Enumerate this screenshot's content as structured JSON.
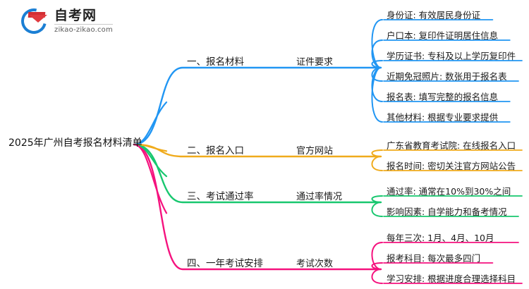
{
  "watermark": {
    "name_cn": "自考网",
    "name_en": "zikao-zikao.com",
    "logo_icon": "graduation-cap-icon"
  },
  "mindmap": {
    "root": {
      "label": "2025年广州自考报名材料清单"
    },
    "branches": [
      {
        "label": "一、报名材料",
        "color": "#2196f3",
        "sub": {
          "label": "证件要求",
          "leaves": [
            "身份证: 有效居民身份证",
            "户口本: 复印件证明居住信息",
            "学历证书: 专科及以上学历复印件",
            "近期免冠照片: 数张用于报名表",
            "报名表: 填写完整的报名信息",
            "其他材料: 根据专业要求提供"
          ]
        }
      },
      {
        "label": "二、报名入口",
        "color": "#f0ab1c",
        "sub": {
          "label": "官方网站",
          "leaves": [
            "广东省教育考试院: 在线报名入口",
            "报名时间: 密切关注官方网站公告"
          ]
        }
      },
      {
        "label": "三、考试通过率",
        "color": "#18c76f",
        "sub": {
          "label": "通过率情况",
          "leaves": [
            "通过率: 通常在10%到30%之间",
            "影响因素: 自学能力和备考情况"
          ]
        }
      },
      {
        "label": "四、一年考试安排",
        "color": "#f5127e",
        "sub": {
          "label": "考试次数",
          "leaves": [
            "每年三次: 1月、4月、10月",
            "报考科目: 每次最多四门",
            "学习安排: 根据进度合理选择科目"
          ]
        }
      }
    ]
  }
}
